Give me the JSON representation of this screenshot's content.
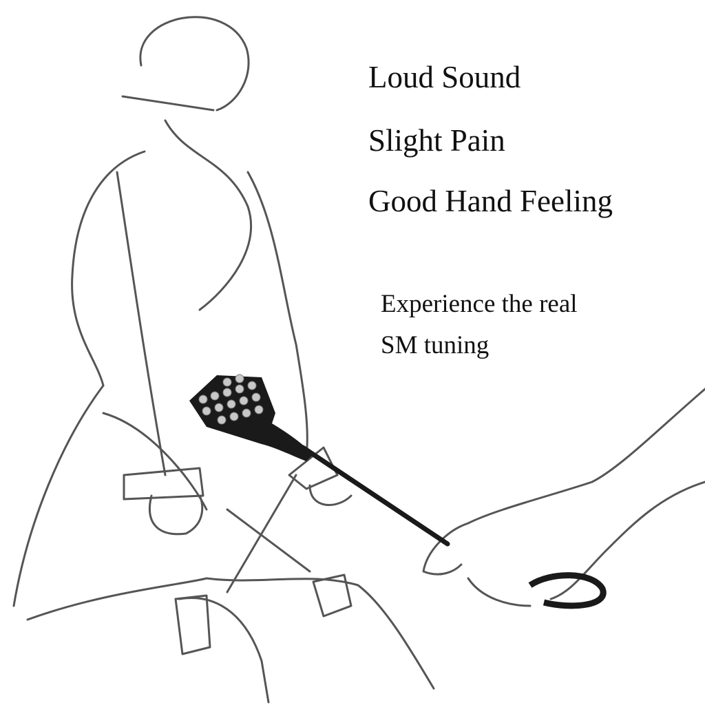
{
  "features": [
    "Loud Sound",
    "Slight Pain",
    "Good Hand Feeling"
  ],
  "tagline": [
    "Experience the real",
    "SM tuning"
  ],
  "colors": {
    "line": "#555555",
    "product": "#1a1a1a",
    "spike": "#c8c8c8",
    "text": "#111111"
  }
}
